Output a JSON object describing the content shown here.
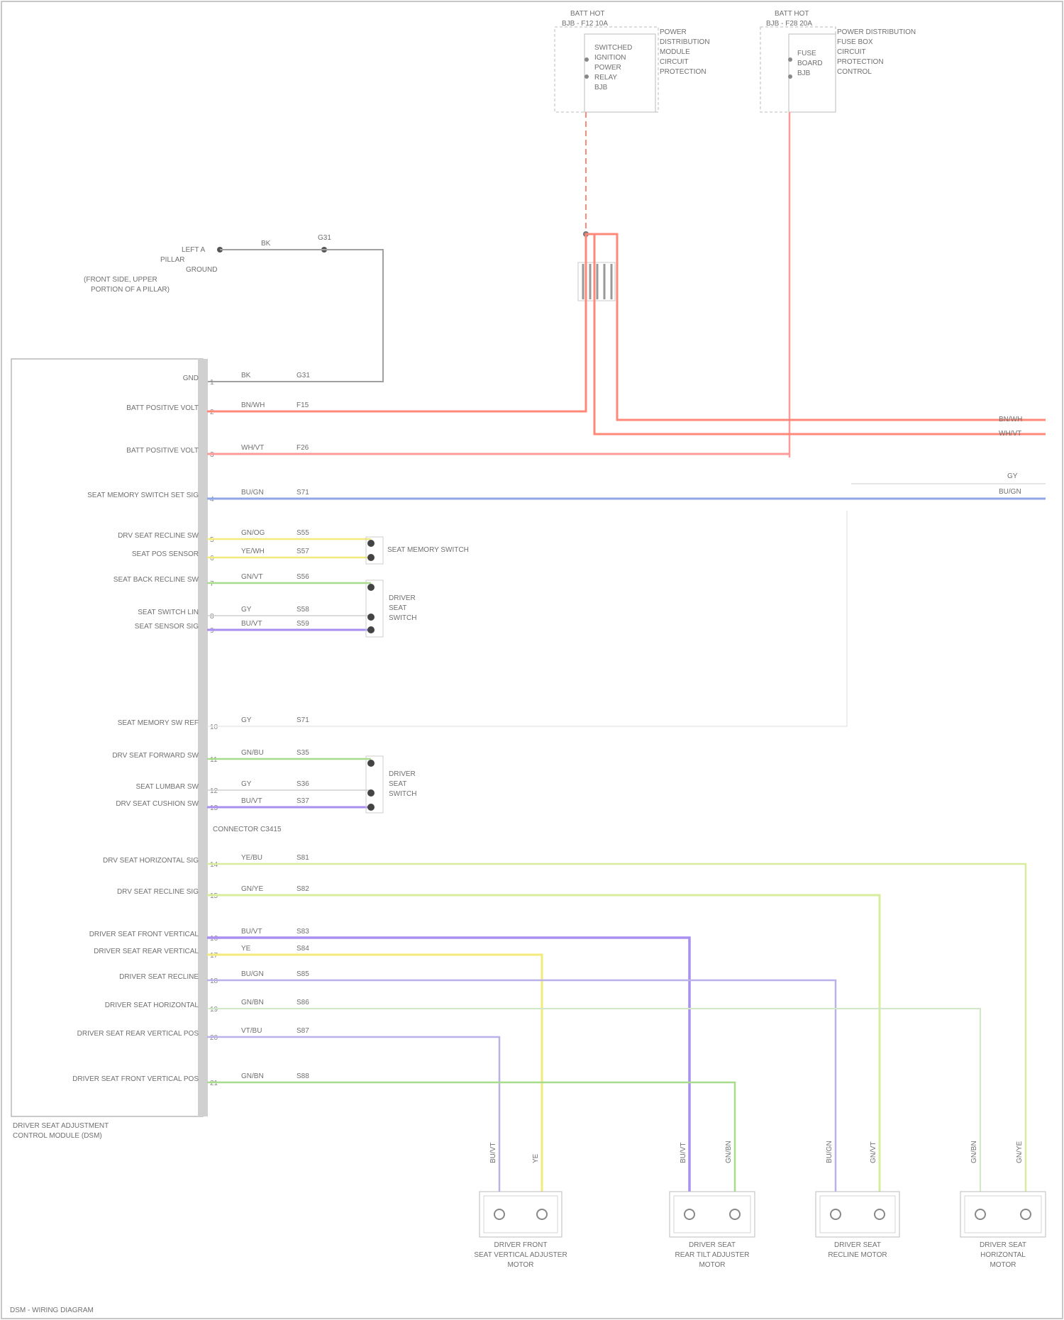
{
  "colors": {
    "red": "#ff8878",
    "pink": "#ff9a9a",
    "blue": "#8fa6e8",
    "yellow": "#f2ea7a",
    "green": "#a6dc8c",
    "purple": "#a88ff0",
    "lilac": "#b9b2ea",
    "lime": "#d8ec9e",
    "gray": "#a0a0a0",
    "frame": "#b8b8b8"
  },
  "fuses": {
    "left": {
      "title": "BATT HOT",
      "sub": "BJB - F12 10A",
      "inner": [
        "SWITCHED",
        "IGNITION",
        "POWER",
        "RELAY",
        "BJB"
      ],
      "desc": [
        "POWER",
        "DISTRIBUTION",
        "MODULE",
        "CIRCUIT",
        "PROTECTION"
      ]
    },
    "right": {
      "title": "BATT HOT",
      "sub": "BJB - F28 20A",
      "inner": [
        "FUSE",
        "BOARD",
        "BJB"
      ],
      "desc": [
        "POWER DISTRIBUTION",
        "FUSE BOX",
        "CIRCUIT",
        "PROTECTION",
        "CONTROL"
      ]
    }
  },
  "ground": {
    "label": [
      "LEFT A",
      "PILLAR",
      "GROUND",
      "(FRONT SIDE, UPPER",
      "PORTION OF A PILLAR)"
    ],
    "wire": "BK",
    "circuit": "G31"
  },
  "module": {
    "title": [
      "DRIVER SEAT ADJUSTMENT",
      "CONTROL MODULE (DSM)"
    ],
    "footer_note": "CONNECTOR C3415"
  },
  "pins": [
    {
      "label": "GND",
      "wire": "BK",
      "circuit": "G31"
    },
    {
      "label": "BATT POSITIVE VOLT",
      "wire": "BN/WH",
      "circuit": "F15"
    },
    {
      "label": "BATT POSITIVE VOLT",
      "wire": "WH/VT",
      "circuit": "F26"
    },
    {
      "label": "SEAT MEMORY SWITCH SET SIG",
      "wire": "BU/GN",
      "circuit": "S71"
    },
    {
      "label": "DRV SEAT RECLINE SW",
      "wire": "GN/OG",
      "circuit": "S55"
    },
    {
      "label": "SEAT POS SENSOR",
      "wire": "YE/WH",
      "circuit": "S57"
    },
    {
      "label": "SEAT BACK RECLINE SW",
      "wire": "GN/VT",
      "circuit": "S56"
    },
    {
      "label": "SEAT SWITCH LIN",
      "wire": "GY",
      "circuit": "S58"
    },
    {
      "label": "SEAT SENSOR SIG",
      "wire": "BU/VT",
      "circuit": "S59"
    },
    {
      "label": "SEAT MEMORY SW REF",
      "wire": "GY",
      "circuit": "S71"
    },
    {
      "label": "DRV SEAT FORWARD SW",
      "wire": "GN/BU",
      "circuit": "S35"
    },
    {
      "label": "SEAT LUMBAR SW",
      "wire": "GY",
      "circuit": "S36"
    },
    {
      "label": "DRV SEAT CUSHION SW",
      "wire": "BU/VT",
      "circuit": "S37"
    },
    {
      "label": "DRV SEAT HORIZONTAL SIG",
      "wire": "YE/BU",
      "circuit": "S81"
    },
    {
      "label": "DRV SEAT RECLINE SIG",
      "wire": "GN/YE",
      "circuit": "S82"
    },
    {
      "label": "DRIVER SEAT FRONT VERTICAL",
      "wire": "BU/VT",
      "circuit": "S83"
    },
    {
      "label": "DRIVER SEAT REAR VERTICAL",
      "wire": "YE",
      "circuit": "S84"
    },
    {
      "label": "DRIVER SEAT RECLINE",
      "wire": "BU/GN",
      "circuit": "S85"
    },
    {
      "label": "DRIVER SEAT HORIZONTAL",
      "wire": "GN/BN",
      "circuit": "S86"
    },
    {
      "label": "DRIVER SEAT REAR VERTICAL POS",
      "wire": "VT/BU",
      "circuit": "S87"
    },
    {
      "label": "DRIVER SEAT FRONT VERTICAL POS",
      "wire": "GN/BN",
      "circuit": "S88"
    }
  ],
  "splice_labels": {
    "harness": "SEAT MEMORY SWITCH",
    "group1": [
      "DRIVER",
      "SEAT",
      "SWITCH"
    ],
    "group2": [
      "DRIVER",
      "SEAT",
      "SWITCH"
    ]
  },
  "right_edges": {
    "e1": "BN/WH",
    "e2": "WH/VT",
    "e3": "GY",
    "e4": "BU/GN"
  },
  "motors": [
    {
      "name": [
        "DRIVER FRONT",
        "SEAT VERTICAL ADJUSTER",
        "MOTOR"
      ],
      "w1": "BU/VT",
      "w2": "YE"
    },
    {
      "name": [
        "DRIVER SEAT",
        "REAR TILT ADJUSTER",
        "MOTOR"
      ],
      "w1": "BU/VT",
      "w2": "GN/BN"
    },
    {
      "name": [
        "DRIVER SEAT",
        "RECLINE MOTOR"
      ],
      "w1": "BU/GN",
      "w2": "GN/VT"
    },
    {
      "name": [
        "DRIVER SEAT",
        "HORIZONTAL",
        "MOTOR"
      ],
      "w1": "GN/BN",
      "w2": "GN/YE"
    }
  ],
  "footer": "DSM - WIRING DIAGRAM"
}
